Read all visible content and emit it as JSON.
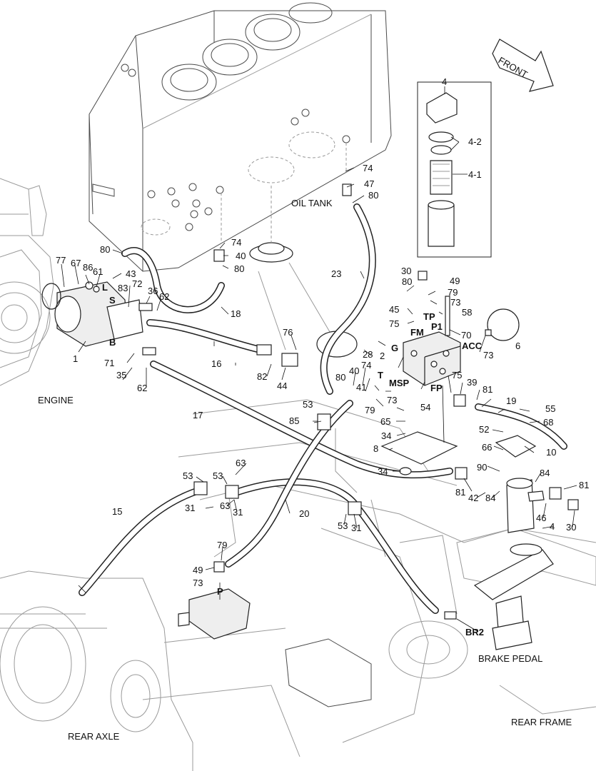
{
  "captions": {
    "oil_tank": "OIL TANK",
    "engine": "ENGINE",
    "rear_axle": "REAR AXLE",
    "brake_pedal": "BRAKE PEDAL",
    "rear_frame": "REAR FRAME",
    "front": "FRONT"
  },
  "ports": {
    "L": "L",
    "S": "S",
    "B": "B",
    "G": "G",
    "T": "T",
    "TP": "TP",
    "P1": "P1",
    "FM": "FM",
    "ACC": "ACC",
    "MSP": "MSP",
    "FP": "FP",
    "P": "P",
    "BR2": "BR2"
  },
  "callouts": {
    "c1": "1",
    "c2": "2",
    "c4a": "4",
    "c4b": "4",
    "c4_1": "4-1",
    "c4_2": "4-2",
    "c6": "6",
    "c8": "8",
    "c10": "10",
    "c15": "15",
    "c16": "16",
    "c17": "17",
    "c18": "18",
    "c19": "19",
    "c20": "20",
    "c23": "23",
    "c28": "28",
    "c30a": "30",
    "c30b": "30",
    "c31a": "31",
    "c31b": "31",
    "c31c": "31",
    "c34a": "34",
    "c34b": "34",
    "c35": "35",
    "c36": "36",
    "c39": "39",
    "c40a": "40",
    "c40b": "40",
    "c41": "41",
    "c42": "42",
    "c43": "43",
    "c44": "44",
    "c45": "45",
    "c46": "46",
    "c47": "47",
    "c49a": "49",
    "c49b": "49",
    "c52": "52",
    "c53a": "53",
    "c53b": "53",
    "c53c": "53",
    "c53d": "53",
    "c54": "54",
    "c55": "55",
    "c58": "58",
    "c61": "61",
    "c62a": "62",
    "c62b": "62",
    "c63a": "63",
    "c63b": "63",
    "c65": "65",
    "c66": "66",
    "c67": "67",
    "c68": "68",
    "c70": "70",
    "c71": "71",
    "c72": "72",
    "c73a": "73",
    "c73b": "73",
    "c73c": "73",
    "c73d": "73",
    "c74a": "74",
    "c74b": "74",
    "c74c": "74",
    "c75a": "75",
    "c75b": "75",
    "c76": "76",
    "c77": "77",
    "c79a": "79",
    "c79b": "79",
    "c79c": "79",
    "c80a": "80",
    "c80b": "80",
    "c80c": "80",
    "c80d": "80",
    "c80e": "80",
    "c81a": "81",
    "c81b": "81",
    "c81c": "81",
    "c82": "82",
    "c83": "83",
    "c84a": "84",
    "c84b": "84",
    "c85": "85",
    "c86": "86",
    "c90": "90"
  }
}
